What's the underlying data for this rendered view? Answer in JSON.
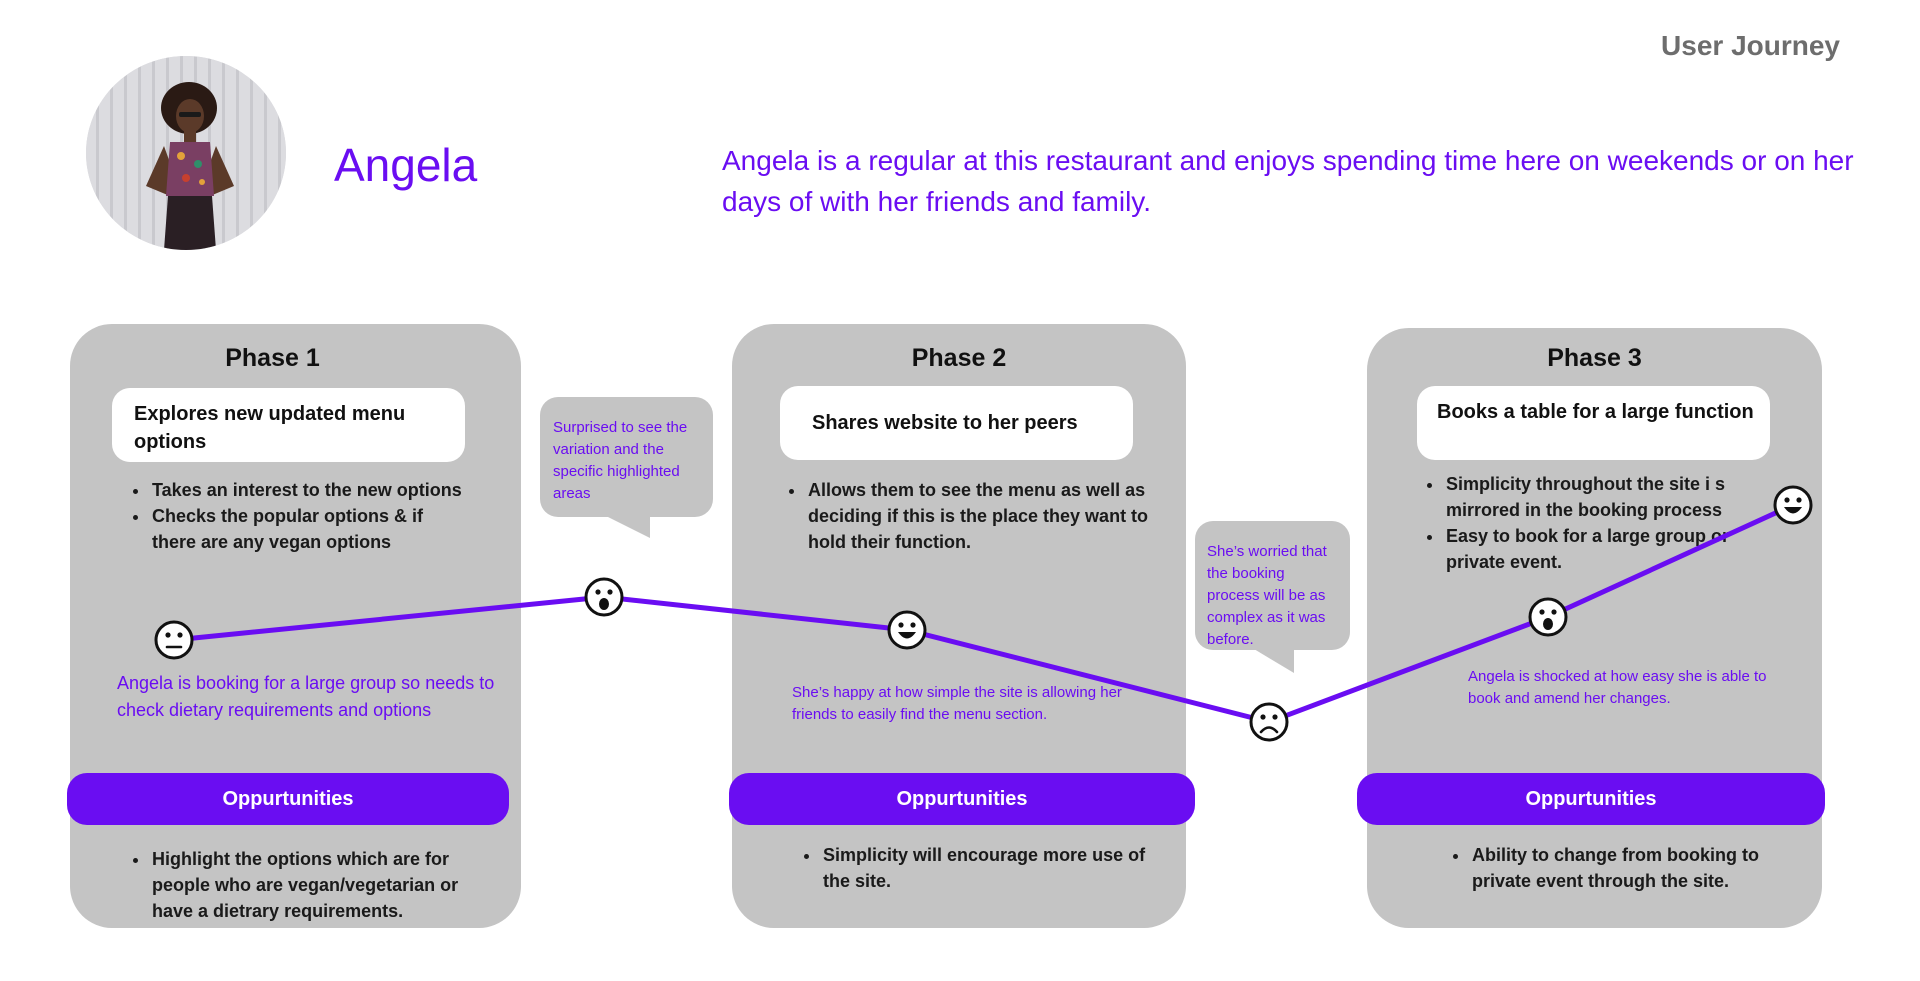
{
  "header": {
    "title": "User Journey"
  },
  "persona": {
    "name": "Angela",
    "description": "Angela is a regular at this restaurant and enjoys spending time here on weekends or on her days of with her friends and family."
  },
  "colors": {
    "accent": "#6a0df2",
    "card": "#c4c4c4",
    "text": "#111111"
  },
  "phases": [
    {
      "title": "Phase 1",
      "step": "Explores new updated menu options",
      "bullets": [
        "Takes an interest to the new options",
        "Checks the popular options & if there are any vegan options"
      ],
      "emotion_note": "Angela is booking for a large group so needs to check dietary requirements and options",
      "opportunities_label": "Oppurtunities",
      "opportunities": [
        "Highlight the options which are for people who are vegan/vegetarian or have a dietrary requirements."
      ]
    },
    {
      "title": "Phase 2",
      "step": "Shares website to her peers",
      "bullets": [
        "Allows them to see the menu as well as deciding if this is the place they want to hold their function."
      ],
      "emotion_note": "She’s happy at how simple the site is allowing her friends to easily find the menu section.",
      "opportunities_label": "Oppurtunities",
      "opportunities": [
        "Simplicity will encourage more use of the site."
      ]
    },
    {
      "title": "Phase 3",
      "step": "Books a table for a large function",
      "bullets": [
        "Simplicity throughout the site i s mirrored in the booking process",
        "Easy to book for a large group or private event."
      ],
      "emotion_note": "Angela is shocked at how easy she is able to book and amend her changes.",
      "opportunities_label": "Oppurtunities",
      "opportunities": [
        "Ability to change from booking to private event through the site."
      ]
    }
  ],
  "bubbles": [
    {
      "text": "Surprised to see the variation and the specific highlighted areas"
    },
    {
      "text": "She’s worried that the booking process will be as complex as it was before."
    }
  ],
  "emotion_curve": [
    {
      "emotion": "neutral"
    },
    {
      "emotion": "surprised"
    },
    {
      "emotion": "happy"
    },
    {
      "emotion": "sad"
    },
    {
      "emotion": "surprised"
    },
    {
      "emotion": "happy"
    }
  ]
}
